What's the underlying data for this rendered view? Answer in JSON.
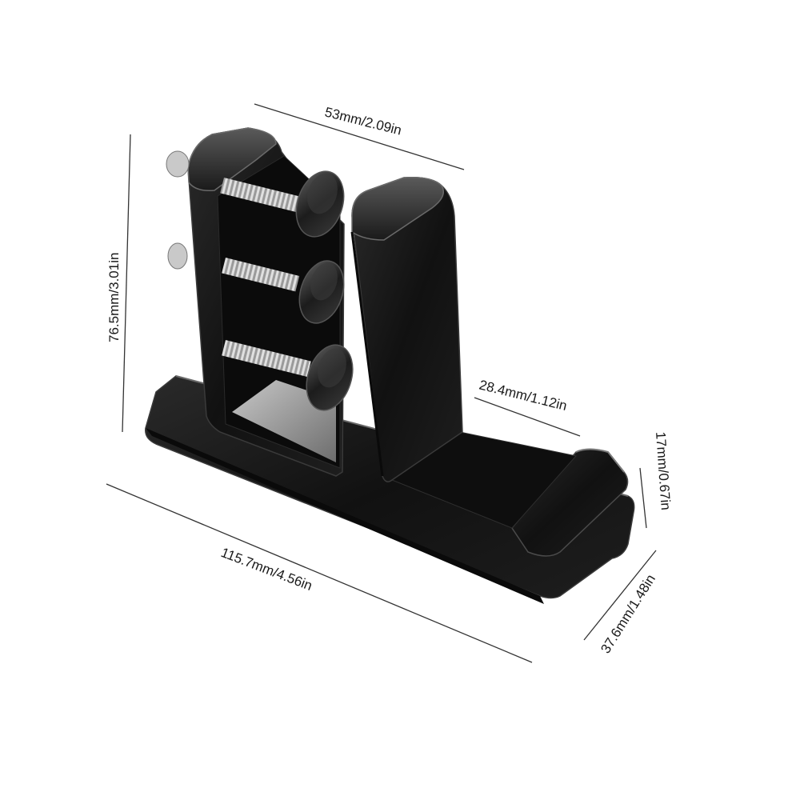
{
  "dimensions": {
    "width_top": "53mm/2.09in",
    "height_left": "76.5mm/3.01in",
    "support_depth": "28.4mm/1.12in",
    "lip_height": "17mm/0.67in",
    "length_bottom": "115.7mm/4.56in",
    "depth_right": "37.6mm/1.48in"
  },
  "colors": {
    "body": "#141414",
    "body_edge": "#3a3a3a",
    "highlight": "#6a6a6a",
    "plate": "#9a9a9a",
    "screw": "#b5b5b5"
  }
}
